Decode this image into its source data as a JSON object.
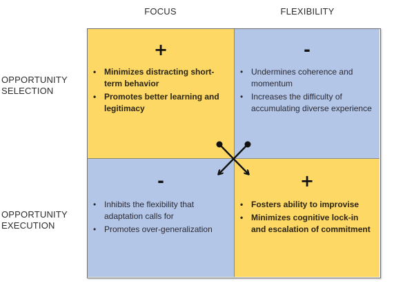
{
  "columns": {
    "focus": "FOCUS",
    "flexibility": "FLEXIBILITY"
  },
  "rows": {
    "selection": [
      "OPPORTUNITY",
      "SELECTION"
    ],
    "execution": [
      "OPPORTUNITY",
      "EXECUTION"
    ]
  },
  "colors": {
    "positive": "#fdd865",
    "negative": "#b4c6e7",
    "border": "#6f6f6f",
    "arrow": "#111111"
  },
  "quadrants": {
    "focus_selection": {
      "sign": "+",
      "valence": "positive",
      "bullet_glyph": "•",
      "bullets": [
        "Minimizes distracting short-term behavior",
        "Promotes better learning and legitimacy"
      ]
    },
    "flexibility_selection": {
      "sign": "-",
      "valence": "negative",
      "bullet_glyph": "•",
      "bullets": [
        "Undermines coherence and momentum",
        "Increases the difficulty of accumulating diverse experience"
      ]
    },
    "focus_execution": {
      "sign": "-",
      "valence": "negative",
      "bullet_glyph": "•",
      "bullets": [
        "Inhibits the flexibility that adaptation calls for",
        "Promotes over-generalization"
      ]
    },
    "flexibility_execution": {
      "sign": "+",
      "valence": "positive",
      "bullet_glyph": "•",
      "bullets": [
        "Fosters ability to improvise",
        "Minimizes cognitive lock-in and escalation of commitment"
      ]
    }
  },
  "connectors": [
    {
      "from": "focus_selection",
      "to": "flexibility_execution",
      "style": "dot-to-arrow"
    },
    {
      "from": "flexibility_selection",
      "to": "focus_execution",
      "style": "dot-to-arrow"
    }
  ]
}
